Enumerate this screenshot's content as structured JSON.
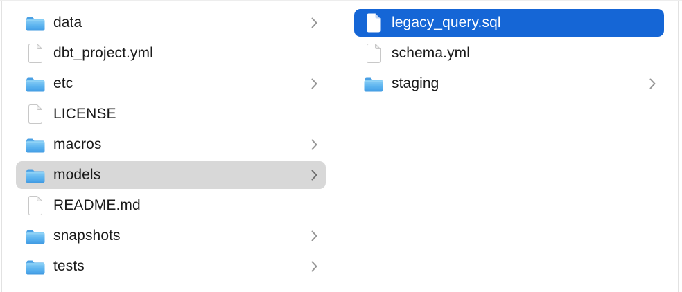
{
  "app": {
    "view": "finder-column-browser"
  },
  "colors": {
    "selection_blue": "#1566d6",
    "selection_gray": "#d8d8d8",
    "divider": "#e2e2e2",
    "text": "#1b1b1b",
    "selected_text": "#ffffff",
    "chevron_gray": "#969696",
    "folder_blue": "#5bb2ef"
  },
  "columns": [
    {
      "id": "left",
      "items": [
        {
          "label": "data",
          "type": "folder",
          "chevron": true,
          "selected": "none"
        },
        {
          "label": "dbt_project.yml",
          "type": "file",
          "chevron": false,
          "selected": "none"
        },
        {
          "label": "etc",
          "type": "folder",
          "chevron": true,
          "selected": "none"
        },
        {
          "label": "LICENSE",
          "type": "file",
          "chevron": false,
          "selected": "none"
        },
        {
          "label": "macros",
          "type": "folder",
          "chevron": true,
          "selected": "none"
        },
        {
          "label": "models",
          "type": "folder",
          "chevron": true,
          "selected": "secondary"
        },
        {
          "label": "README.md",
          "type": "file",
          "chevron": false,
          "selected": "none"
        },
        {
          "label": "snapshots",
          "type": "folder",
          "chevron": true,
          "selected": "none"
        },
        {
          "label": "tests",
          "type": "folder",
          "chevron": true,
          "selected": "none"
        }
      ]
    },
    {
      "id": "right",
      "items": [
        {
          "label": "legacy_query.sql",
          "type": "file",
          "chevron": false,
          "selected": "primary"
        },
        {
          "label": "schema.yml",
          "type": "file",
          "chevron": false,
          "selected": "none"
        },
        {
          "label": "staging",
          "type": "folder",
          "chevron": true,
          "selected": "none"
        }
      ]
    }
  ]
}
